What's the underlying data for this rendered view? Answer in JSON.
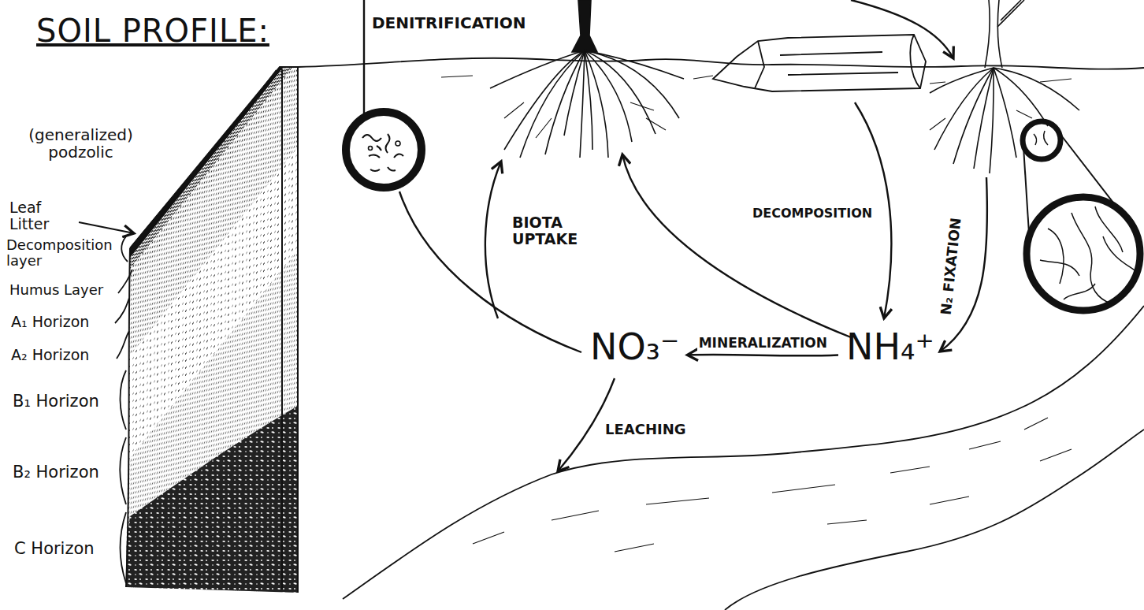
{
  "diagram": {
    "title": "SOIL PROFILE:",
    "nodes": [
      {
        "text": [
          "NO₃⁻"
        ]
      },
      {
        "text": [
          "NH₄⁺"
        ]
      }
    ],
    "edges": [
      {
        "from": 1,
        "to": 0,
        "arrow": "to",
        "label": "MINERALIZATION"
      }
    ],
    "labels": [
      "(generalized) podzolic",
      "Leaf Litter",
      "Decomposition layer",
      "Humus Layer",
      "A₁ Horizon",
      "A₂ Horizon",
      "B₁ Horizon",
      "B₂ Horizon",
      "C Horizon",
      "DENITRIFICATION",
      "BIOTA UPTAKE",
      "DECOMPOSITION",
      "N₂ FIXATION",
      "LEACHING"
    ]
  }
}
